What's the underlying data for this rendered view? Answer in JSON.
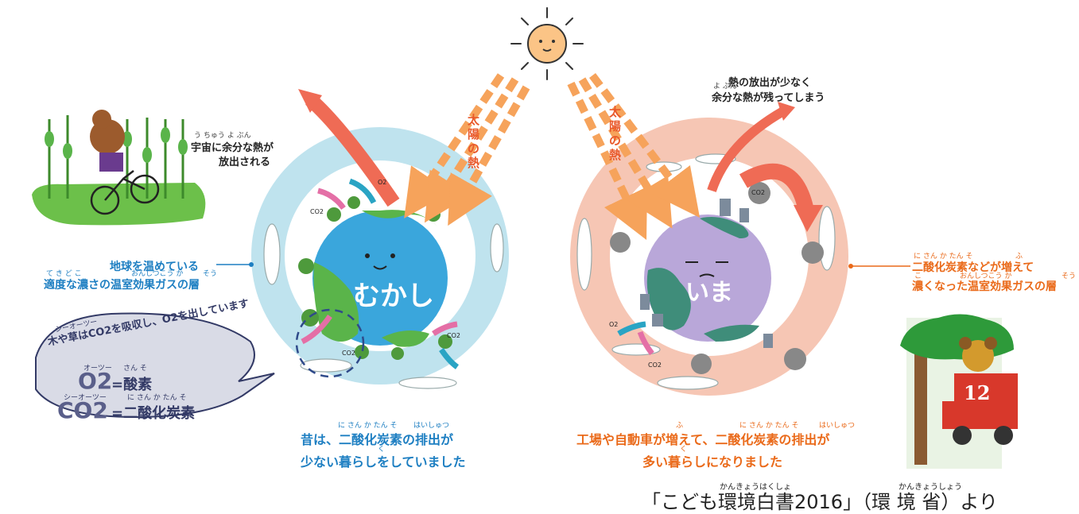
{
  "left_planet": {
    "face_label": "むかし",
    "release_text": "宇宙に余分な熱が",
    "release_text_2": "放出される",
    "release_ruby": "う ちゅう        よ ぶん",
    "sun_heat": [
      "太",
      "陽",
      "の",
      "熱"
    ],
    "layer_label_1": "地球を温めている",
    "layer_label_2": "適度な濃さの温室効果ガスの層",
    "layer_ruby_1": "て き ど      こ",
    "layer_ruby_2": "おんしつこう か",
    "layer_ruby_3": "そう",
    "caption_1": "昔は、二酸化炭素の排出が",
    "caption_2": "少ない暮らしをしていました",
    "caption_ruby_1": "に さん か たん そ",
    "caption_ruby_2": "はいしゅつ",
    "caption_ruby_3": "く"
  },
  "right_planet": {
    "face_label": "いま",
    "release_text_1": "熱の放出が少なく",
    "release_text_2": "余分な熱が残ってしまう",
    "release_ruby": "よ ぶん",
    "sun_heat": [
      "太",
      "陽",
      "の",
      "熱"
    ],
    "layer_label_1": "二酸化炭素などが増えて",
    "layer_label_2": "濃くなった温室効果ガスの層",
    "layer_ruby_1": "に さん か たん そ",
    "layer_ruby_2": "ふ",
    "layer_ruby_3": "こ",
    "layer_ruby_4": "おんしつこう か",
    "layer_ruby_5": "そう",
    "caption_1": "工場や自動車が増えて、二酸化炭素の排出が",
    "caption_2": "多い暮らしになりました",
    "caption_ruby_1": "ふ",
    "caption_ruby_2": "に さん か たん そ",
    "caption_ruby_3": "はいしゅつ",
    "caption_ruby_4": "く"
  },
  "bubble": {
    "line_1": "木や草はCO2を吸収し、O2を出しています",
    "o2_formula": "O2",
    "o2_equals": "=酸素",
    "co2_formula": "CO2",
    "co2_equals": "=二酸化炭素",
    "ruby_o2": "オーツー",
    "ruby_o2_name": "さん そ",
    "ruby_co2": "シーオーツー",
    "ruby_co2_name": "に さん か たん そ"
  },
  "molecule_labels": {
    "co2": "CO2",
    "o2": "O2"
  },
  "car_number": "12",
  "source": {
    "text": "「こども環境白書2016」（環 境 省）より",
    "ruby_1": "かんきょうはくしょ",
    "ruby_2": "かんきょうしょう"
  },
  "colors": {
    "atmosphere_blue": "#bfe3ee",
    "atmosphere_pink": "#f6c6b4",
    "earth_blue": "#3aa6dc",
    "earth_green": "#5ab44a",
    "earth_purple": "#b9a7d9",
    "heat_arrow": "#f6a35b",
    "release_arrow": "#ef6b55",
    "label_blue": "#1e7fc2",
    "label_orange": "#ea6a1a",
    "tree_green": "#4e9a3c",
    "car_red": "#d8382b"
  }
}
